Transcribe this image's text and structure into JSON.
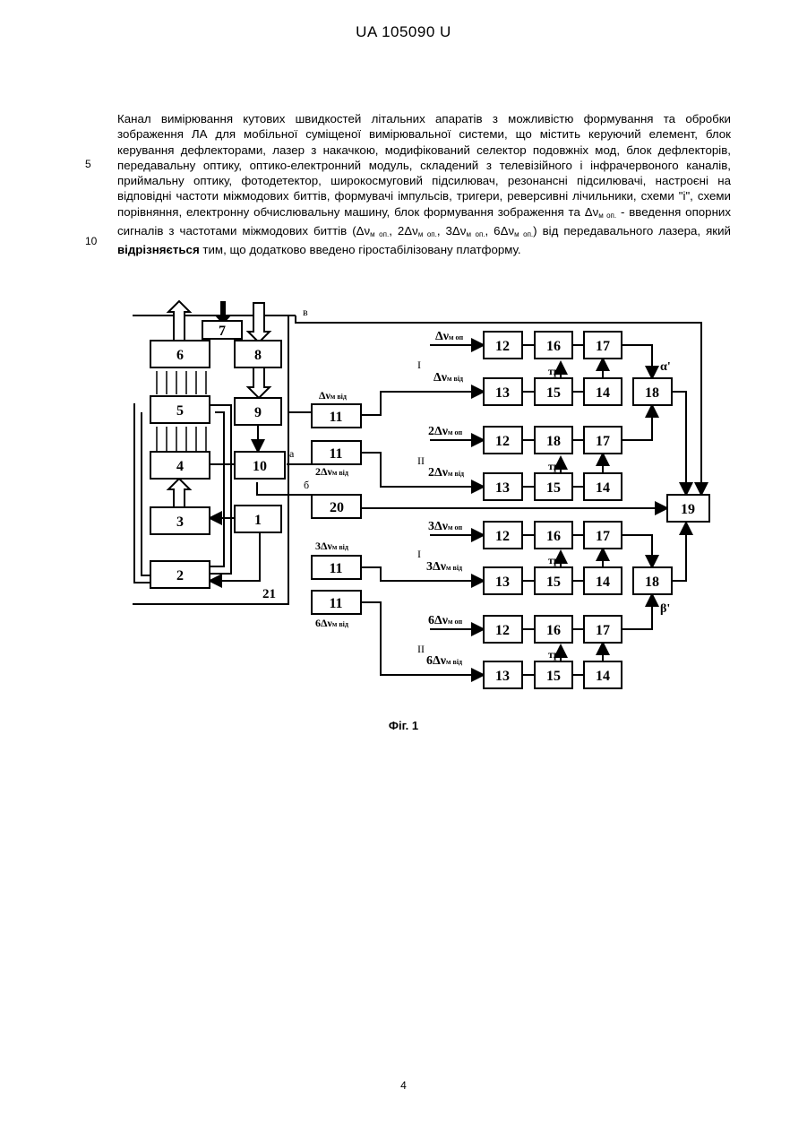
{
  "header": "UA   105090   U",
  "claim": {
    "p1": "Канал вимірювання кутових швидкостей літальних апаратів з можливістю формування та обробки зображення ЛА для мобільної суміщеної вимірювальної системи, що містить керуючий елемент, блок керування дефлекторами, лазер з накачкою, модифікований селектор подовжніх мод, блок дефлекторів, передавальну оптику, оптико-електронний модуль, складений з телевізійного і інфрачервоного каналів, приймальну оптику, фотодетектор, широкосмуговий підсилювач, резонансні підсилювачі, настроєні на відповідні частоти міжмодових биттів, формувачі імпульсів, тригери, реверсивні лічильники, схеми \"і\", схеми порівняння, електронну обчислювальну машину, блок формування зображення та Δν",
    "sub1": "м оп.",
    "p2": " - введення опорних сигналів з частотами міжмодових биттів (Δν",
    "sub2": "м оп.",
    "p3": ", 2Δν",
    "sub3": "м оп.",
    "p4": ", 3Δν",
    "sub4": "м оп.",
    "p5": ", 6Δν",
    "sub5": "м оп.",
    "p6": ") від передавального лазера, який ",
    "bold": "відрізняється",
    "p7": " тим, що додатково введено гіростабілізовану платформу."
  },
  "line_numbers": [
    "5",
    "10"
  ],
  "figure": {
    "blocks": {
      "b1": "1",
      "b2": "2",
      "b3": "3",
      "b4": "4",
      "b5": "5",
      "b6": "6",
      "b7": "7",
      "b8": "8",
      "b9": "9",
      "b10": "10",
      "b11": "11",
      "b12": "12",
      "b13": "13",
      "b14": "14",
      "b15": "15",
      "b16": "16",
      "b17": "17",
      "b18": "18",
      "b19": "19",
      "b20": "20",
      "b21": "21"
    },
    "letters": {
      "a": "а",
      "b": "б",
      "v": "в"
    },
    "roman": {
      "one": "І",
      "two": "ІІ"
    },
    "tr": "тр",
    "alpha": "α'",
    "beta": "β'",
    "signals": {
      "d1": "Δν",
      "s_op": "м оп",
      "s_vid": "м від",
      "k2": "2Δν",
      "k3": "3Δν",
      "k6": "6Δν"
    }
  },
  "caption": "Фіг. 1",
  "page_number": "4"
}
